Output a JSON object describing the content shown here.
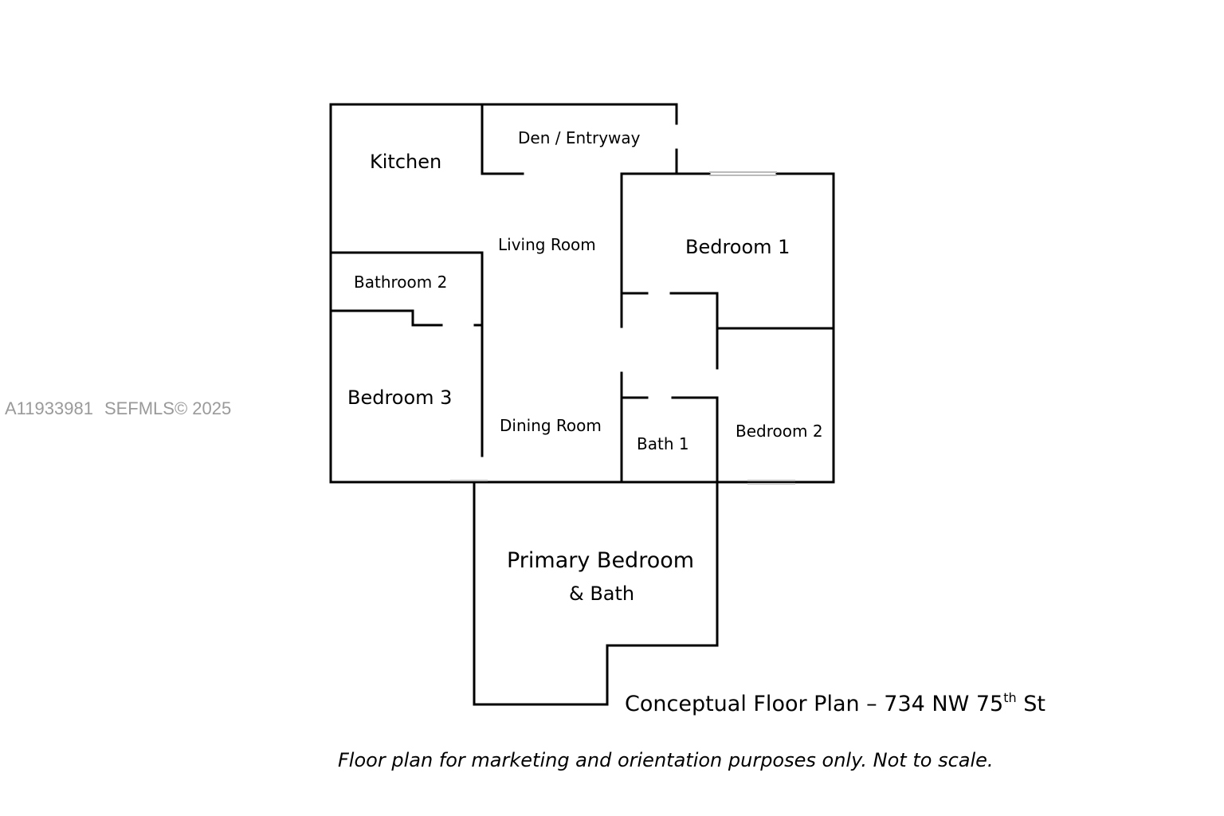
{
  "watermark": {
    "listing_id": "A11933981",
    "copyright": "SEFMLS© 2025"
  },
  "rooms": {
    "kitchen": "Kitchen",
    "den": "Den / Entryway",
    "living_room": "Living Room",
    "bedroom1": "Bedroom 1",
    "bathroom2": "Bathroom 2",
    "bedroom3": "Bedroom 3",
    "dining_room": "Dining Room",
    "bath1": "Bath 1",
    "bedroom2": "Bedroom 2",
    "primary_bedroom": "Primary Bedroom",
    "primary_bath": "& Bath"
  },
  "title": {
    "prefix": "Conceptual Floor Plan – 734 NW 75",
    "superscript": "th",
    "suffix": " St"
  },
  "disclaimer": "Floor plan for marketing and orientation purposes only. Not to scale.",
  "colors": {
    "wall": "#000000",
    "window": "#bbbbbb",
    "watermark": "#9a9a9a",
    "background": "#ffffff"
  }
}
